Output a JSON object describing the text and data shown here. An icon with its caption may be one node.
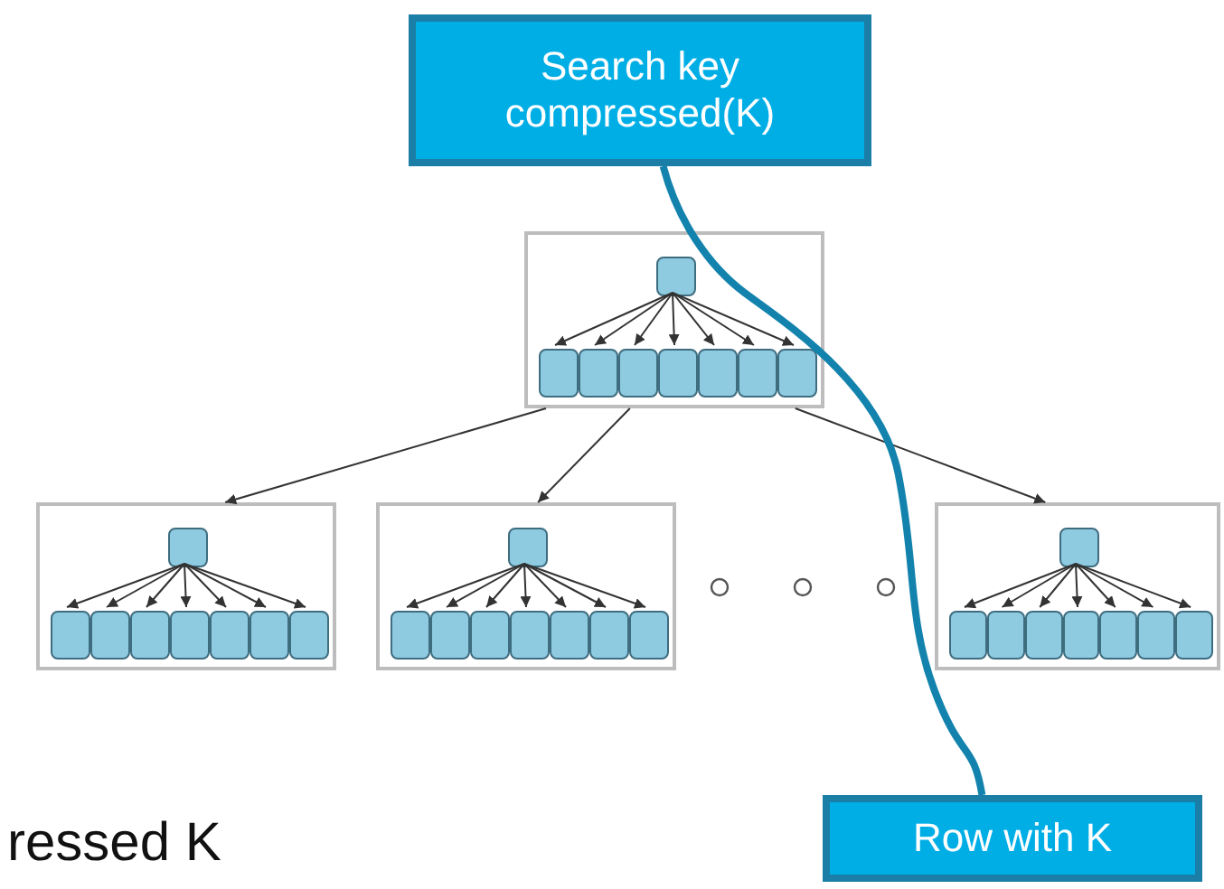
{
  "diagram": {
    "nodes": [
      {
        "text": [
          "Search key compressed(K)"
        ]
      },
      {
        "text": [],
        "shape": "box"
      },
      {
        "text": [],
        "shape": "box",
        "in": 1
      },
      {
        "text": [],
        "shape": "box",
        "in": 1
      },
      {
        "text": [],
        "shape": "box",
        "in": 1
      },
      {
        "text": [],
        "shape": "box",
        "in": 1
      },
      {
        "text": [],
        "shape": "box",
        "in": 1
      },
      {
        "text": [],
        "shape": "box",
        "in": 1
      },
      {
        "text": [],
        "shape": "box",
        "in": 1
      },
      {
        "text": [],
        "shape": "box",
        "in": 1
      },
      {
        "text": [],
        "shape": "box"
      },
      {
        "text": [],
        "shape": "box",
        "in": 10
      },
      {
        "text": [],
        "shape": "box",
        "in": 10
      },
      {
        "text": [],
        "shape": "box",
        "in": 10
      },
      {
        "text": [],
        "shape": "box",
        "in": 10
      },
      {
        "text": [],
        "shape": "box",
        "in": 10
      },
      {
        "text": [],
        "shape": "box",
        "in": 10
      },
      {
        "text": [],
        "shape": "box",
        "in": 10
      },
      {
        "text": [],
        "shape": "box",
        "in": 10
      },
      {
        "text": [],
        "shape": "box"
      },
      {
        "text": [],
        "shape": "box",
        "in": 19
      },
      {
        "text": [],
        "shape": "box",
        "in": 19
      },
      {
        "text": [],
        "shape": "box",
        "in": 19
      },
      {
        "text": [],
        "shape": "box",
        "in": 19
      },
      {
        "text": [],
        "shape": "box",
        "in": 19
      },
      {
        "text": [],
        "shape": "box",
        "in": 19
      },
      {
        "text": [],
        "shape": "box",
        "in": 19
      },
      {
        "text": [],
        "shape": "box",
        "in": 19
      },
      {
        "text": [],
        "shape": "box"
      },
      {
        "text": [],
        "shape": "box",
        "in": 28
      },
      {
        "text": [],
        "shape": "box",
        "in": 28
      },
      {
        "text": [],
        "shape": "box",
        "in": 28
      },
      {
        "text": [],
        "shape": "box",
        "in": 28
      },
      {
        "text": [],
        "shape": "box",
        "in": 28
      },
      {
        "text": [],
        "shape": "box",
        "in": 28
      },
      {
        "text": [],
        "shape": "box",
        "in": 28
      },
      {
        "text": [],
        "shape": "box",
        "in": 28
      },
      {
        "text": [
          "Row with K"
        ]
      }
    ],
    "edges": [
      {
        "from": 2,
        "to": 3,
        "arrow": "to"
      },
      {
        "from": 2,
        "to": 4,
        "arrow": "to"
      },
      {
        "from": 2,
        "to": 5,
        "arrow": "to"
      },
      {
        "from": 2,
        "to": 6,
        "arrow": "to"
      },
      {
        "from": 2,
        "to": 7,
        "arrow": "to"
      },
      {
        "from": 2,
        "to": 8,
        "arrow": "to"
      },
      {
        "from": 2,
        "to": 9,
        "arrow": "to"
      },
      {
        "from": 11,
        "to": 12,
        "arrow": "to"
      },
      {
        "from": 11,
        "to": 13,
        "arrow": "to"
      },
      {
        "from": 11,
        "to": 14,
        "arrow": "to"
      },
      {
        "from": 11,
        "to": 15,
        "arrow": "to"
      },
      {
        "from": 11,
        "to": 16,
        "arrow": "to"
      },
      {
        "from": 11,
        "to": 17,
        "arrow": "to"
      },
      {
        "from": 11,
        "to": 18,
        "arrow": "to"
      },
      {
        "from": 20,
        "to": 21,
        "arrow": "to"
      },
      {
        "from": 20,
        "to": 22,
        "arrow": "to"
      },
      {
        "from": 20,
        "to": 23,
        "arrow": "to"
      },
      {
        "from": 20,
        "to": 24,
        "arrow": "to"
      },
      {
        "from": 20,
        "to": 25,
        "arrow": "to"
      },
      {
        "from": 20,
        "to": 26,
        "arrow": "to"
      },
      {
        "from": 20,
        "to": 27,
        "arrow": "to"
      },
      {
        "from": 29,
        "to": 30,
        "arrow": "to"
      },
      {
        "from": 29,
        "to": 31,
        "arrow": "to"
      },
      {
        "from": 29,
        "to": 32,
        "arrow": "to"
      },
      {
        "from": 29,
        "to": 33,
        "arrow": "to"
      },
      {
        "from": 29,
        "to": 34,
        "arrow": "to"
      },
      {
        "from": 29,
        "to": 35,
        "arrow": "to"
      },
      {
        "from": 29,
        "to": 36,
        "arrow": "to"
      },
      {
        "from": 1,
        "to": 10,
        "arrow": "to"
      },
      {
        "from": 1,
        "to": 19,
        "arrow": "to"
      },
      {
        "from": 1,
        "to": 28,
        "arrow": "to"
      },
      {
        "from": 0,
        "to": 37,
        "arrow": "none",
        "style": "thick",
        "color": "#1383ad"
      }
    ],
    "labels": [
      "ressed K"
    ]
  }
}
